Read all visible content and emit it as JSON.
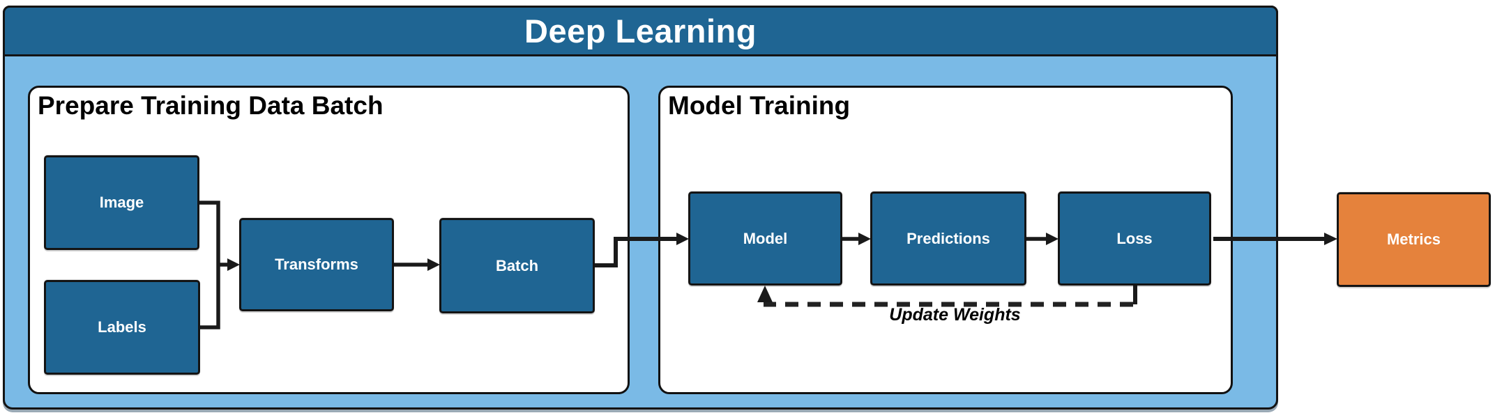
{
  "header": {
    "title": "Deep Learning"
  },
  "panels": [
    {
      "title": "Prepare Training Data Batch",
      "nodes": [
        {
          "label": "Image"
        },
        {
          "label": "Labels"
        },
        {
          "label": "Transforms"
        },
        {
          "label": "Batch"
        }
      ]
    },
    {
      "title": "Model Training",
      "nodes": [
        {
          "label": "Model"
        },
        {
          "label": "Predictions"
        },
        {
          "label": "Loss"
        }
      ]
    }
  ],
  "external": [
    {
      "label": "Metrics"
    }
  ],
  "edges": [
    {
      "from": "Image",
      "to": "Transforms",
      "style": "solid"
    },
    {
      "from": "Labels",
      "to": "Transforms",
      "style": "solid"
    },
    {
      "from": "Transforms",
      "to": "Batch",
      "style": "solid"
    },
    {
      "from": "Batch",
      "to": "Model",
      "style": "solid"
    },
    {
      "from": "Model",
      "to": "Predictions",
      "style": "solid"
    },
    {
      "from": "Predictions",
      "to": "Loss",
      "style": "solid"
    },
    {
      "from": "Loss",
      "to": "Metrics",
      "style": "solid"
    },
    {
      "from": "Loss",
      "to": "Model",
      "style": "dashed",
      "label": "Update Weights"
    }
  ],
  "colors": {
    "header_fill": "#1f6593",
    "node_fill": "#1f6593",
    "group_fill": "#7abae6",
    "metrics_fill": "#e5823c",
    "outline": "#141414",
    "node_text": "#ffffff",
    "title_text": "#000000"
  }
}
